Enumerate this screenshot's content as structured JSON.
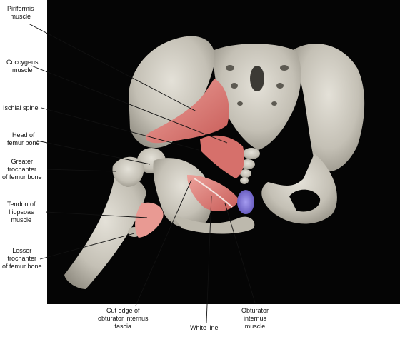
{
  "labels": {
    "piriformis": "Piriformis\nmuscle",
    "coccygeus": "Coccygeus\nmuscle",
    "ischial_spine": "Ischial spine",
    "head_femur": "Head of\nfemur bone",
    "greater_trochanter": "Greater\ntrochanter\nof femur bone",
    "tendon_iliopsoas": "Tendon of\nIliopsoas\nmuscle",
    "lesser_trochanter": "Lesser\ntrochanter\nof femur bone",
    "cut_edge": "Cut edge of\nobturator internus\nfascia",
    "white_line": "White line",
    "obturator_internus": "Obturator\ninternus\nmuscle"
  },
  "colors": {
    "background": "#050505",
    "bone": "#cfccc2",
    "bone_shadow": "#9d998d",
    "muscle": "#d9746f",
    "muscle_light": "#eaa09a",
    "obturator": "#7e72d6",
    "leader": "#111111"
  }
}
